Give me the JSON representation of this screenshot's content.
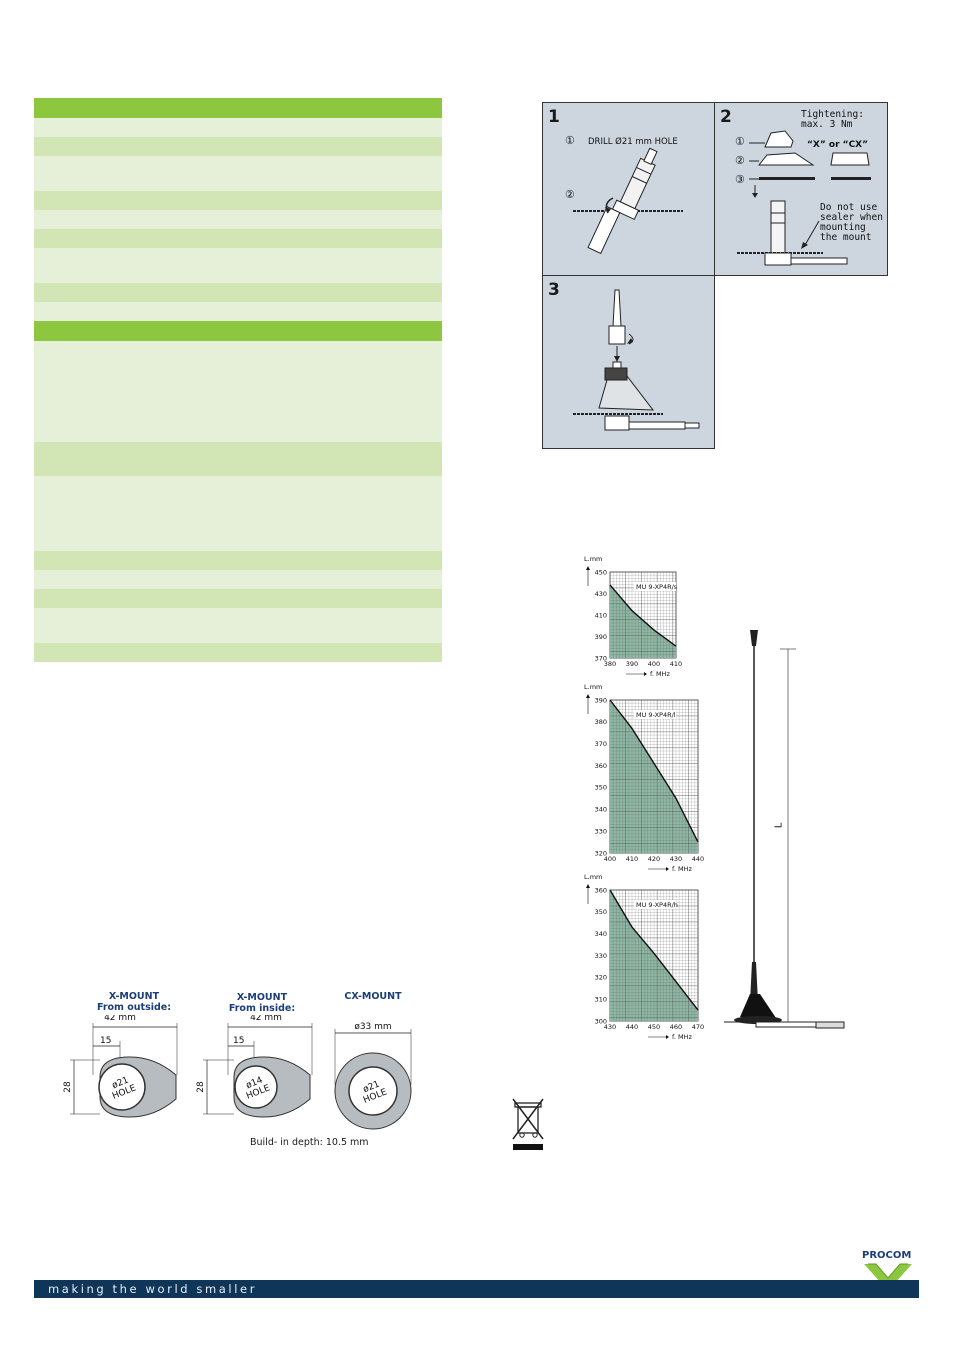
{
  "spec_table": {
    "rows": [
      "header",
      "light",
      "shade",
      "light-tall",
      "shade",
      "light",
      "shade",
      "light-tall",
      "shade",
      "light",
      "header",
      "light-xl",
      "shade-tall",
      "light-xl2",
      "shade",
      "light",
      "shade",
      "light-tall",
      "shade"
    ]
  },
  "install": {
    "step1": {
      "number": "1",
      "label": "DRILL Ø21 mm HOLE",
      "marker1": "①",
      "marker2": "②"
    },
    "step2": {
      "number": "2",
      "tightening": [
        "Tightening:",
        "max. 3 Nm"
      ],
      "x_or_cx": "“X” or “CX”",
      "sealer_note": [
        "Do not use",
        "sealer when",
        "mounting",
        "the mount"
      ],
      "marker1": "①",
      "marker2": "②",
      "marker3": "③"
    },
    "step3": {
      "number": "3"
    }
  },
  "chart_data": [
    {
      "type": "line",
      "title": "MU 9-XP4R/s",
      "ylabel": "L.mm",
      "xlabel": "f. MHz",
      "x": [
        380,
        390,
        400,
        410
      ],
      "y": [
        438,
        414,
        396,
        381
      ],
      "xlim": [
        380,
        410
      ],
      "ylim": [
        370,
        450
      ],
      "xticks": [
        "380",
        "390",
        "400",
        "410"
      ],
      "yticks": [
        "450",
        "430",
        "410",
        "390",
        "370"
      ],
      "grid": true
    },
    {
      "type": "line",
      "title": "MU 9-XP4R/l",
      "ylabel": "L.mm",
      "xlabel": "f. MHz",
      "x": [
        400,
        410,
        420,
        430,
        440
      ],
      "y": [
        390,
        377,
        361,
        345,
        325
      ],
      "xlim": [
        400,
        440
      ],
      "ylim": [
        320,
        390
      ],
      "xticks": [
        "400",
        "410",
        "420",
        "430",
        "440"
      ],
      "yticks": [
        "390",
        "380",
        "370",
        "360",
        "350",
        "340",
        "330",
        "320"
      ],
      "grid": true
    },
    {
      "type": "line",
      "title": "MU 9-XP4R/h",
      "ylabel": "L.mm",
      "xlabel": "f. MHz",
      "x": [
        430,
        440,
        450,
        460,
        470
      ],
      "y": [
        360,
        343,
        331,
        318,
        305
      ],
      "xlim": [
        430,
        470
      ],
      "ylim": [
        300,
        360
      ],
      "xticks": [
        "430",
        "440",
        "450",
        "460",
        "470"
      ],
      "yticks": [
        "360",
        "350",
        "340",
        "330",
        "320",
        "310",
        "300"
      ],
      "grid": true
    }
  ],
  "antenna": {
    "length_label": "L"
  },
  "mounts": {
    "x_outside": {
      "title": [
        "X-MOUNT",
        "From outside:"
      ],
      "width": "42 mm",
      "offset": "15",
      "height": "28",
      "hole": [
        "ø21",
        "HOLE"
      ]
    },
    "x_inside": {
      "title": [
        "X-MOUNT",
        "From inside:"
      ],
      "width": "42 mm",
      "offset": "15",
      "height": "28",
      "hole": [
        "ø14",
        "HOLE"
      ]
    },
    "cx": {
      "title": [
        "CX-MOUNT"
      ],
      "diameter": "ø33 mm",
      "hole": [
        "ø21",
        "HOLE"
      ]
    },
    "depth_note": "Build- in depth: 10.5 mm"
  },
  "colors": {
    "header_green": "#8dc63f",
    "row_shade": "#d2e5b4",
    "row_light": "#e6f0d8",
    "chart_fill": "#8fb8a4",
    "panel": "#cdd6df",
    "footer": "#0f3558"
  },
  "footer": {
    "tagline": "making the world smaller",
    "brand": "PROCOM"
  },
  "icons": {
    "weee": "crossed-out-wheelie-bin-icon",
    "logo": "procom-y-logo-icon"
  }
}
